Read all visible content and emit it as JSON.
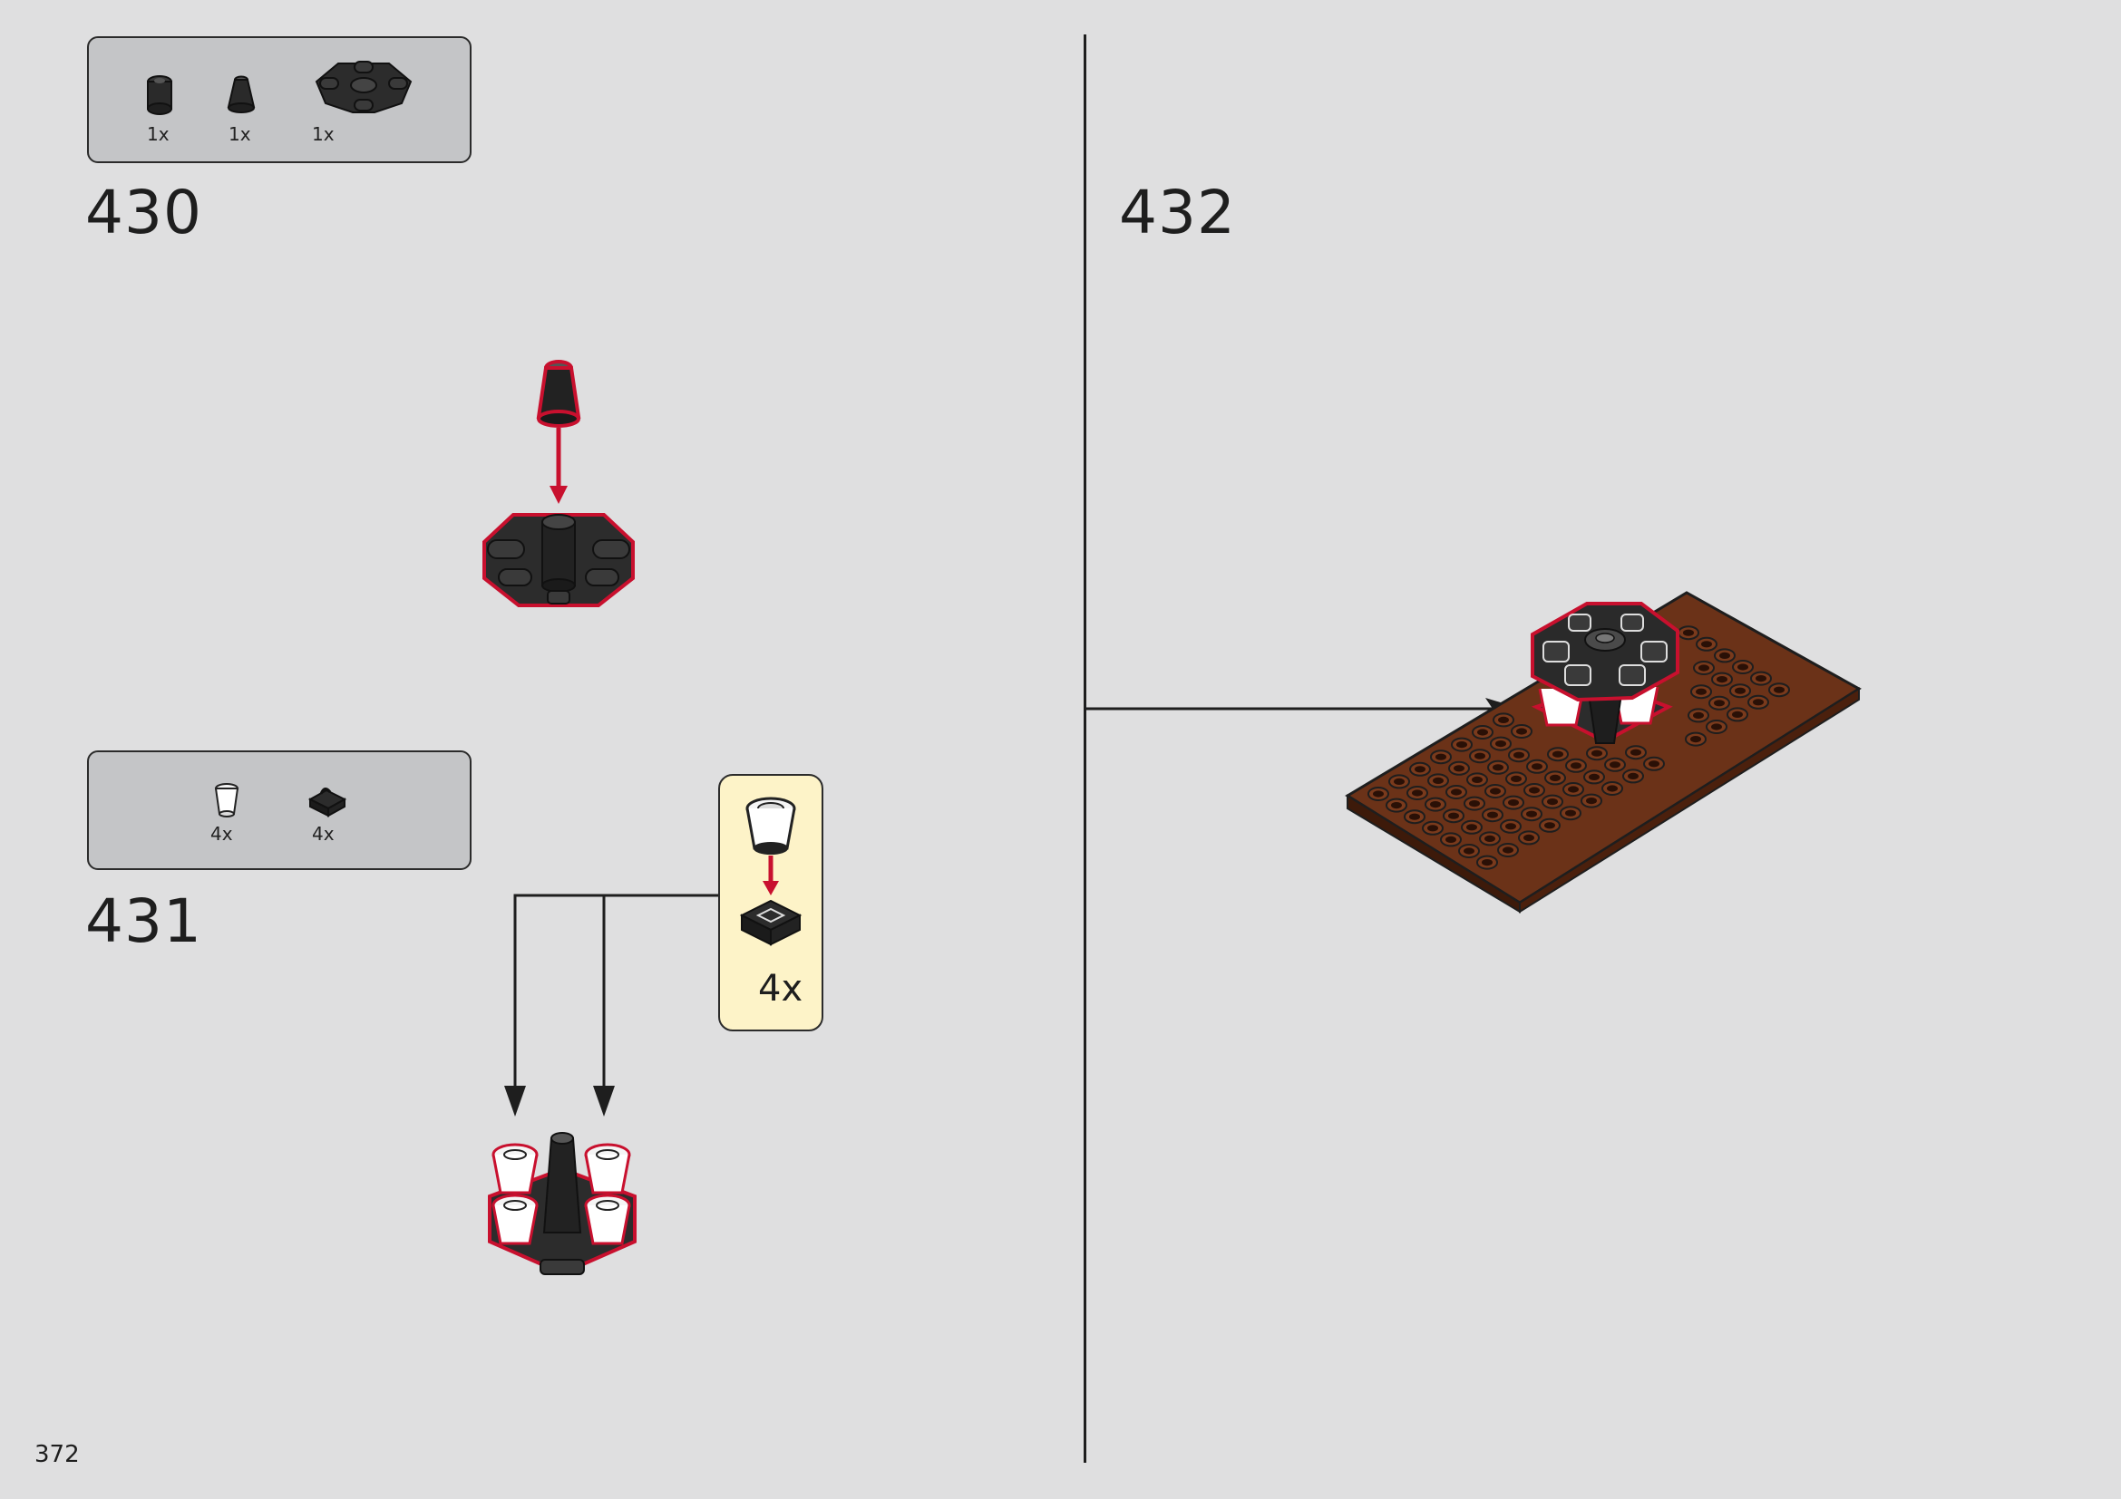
{
  "page": {
    "number": "372",
    "background": "#dfdfe0",
    "highlight_color": "#c8102e",
    "plate_color": "#5a2a12"
  },
  "steps": [
    {
      "number": "430",
      "parts": [
        {
          "icon": "round-brick-dark-icon",
          "qty": "1x"
        },
        {
          "icon": "cone-dark-icon",
          "qty": "1x"
        },
        {
          "icon": "octagonal-frame-dark-icon",
          "qty": "1x"
        }
      ]
    },
    {
      "number": "431",
      "parts": [
        {
          "icon": "white-cone-icon",
          "qty": "4x"
        },
        {
          "icon": "clip-plate-dark-icon",
          "qty": "4x"
        }
      ],
      "callout": {
        "qty": "4x"
      }
    },
    {
      "number": "432"
    }
  ]
}
